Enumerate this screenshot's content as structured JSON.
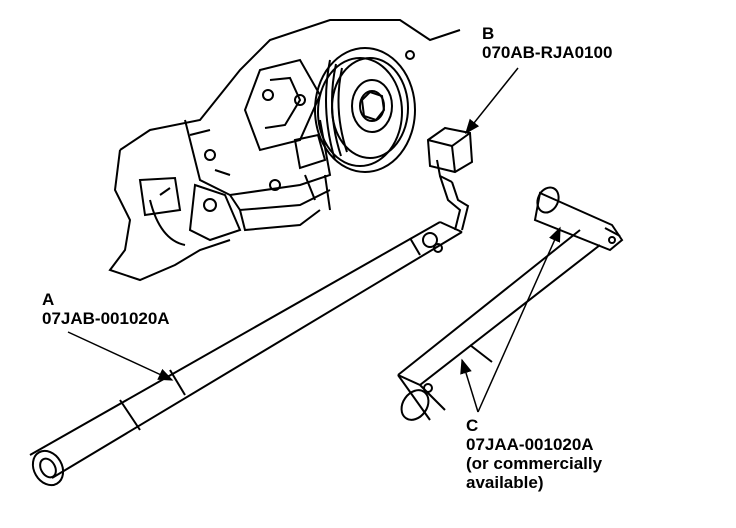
{
  "callouts": {
    "a": {
      "letter": "A",
      "part_number": "07JAB-001020A"
    },
    "b": {
      "letter": "B",
      "part_number": "070AB-RJA0100"
    },
    "c": {
      "letter": "C",
      "part_number": "07JAA-001020A",
      "note_line1": "(or commercially",
      "note_line2": "available)"
    }
  },
  "colors": {
    "ink": "#000000",
    "paper": "#ffffff"
  }
}
